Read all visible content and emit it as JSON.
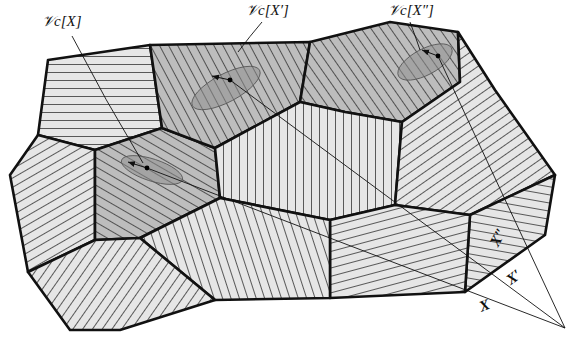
{
  "diagram": {
    "labels": [
      "𝒱c[X]",
      "𝒱c[X′]",
      "𝒱c[X″]",
      "X",
      "X′",
      "X″"
    ]
  }
}
